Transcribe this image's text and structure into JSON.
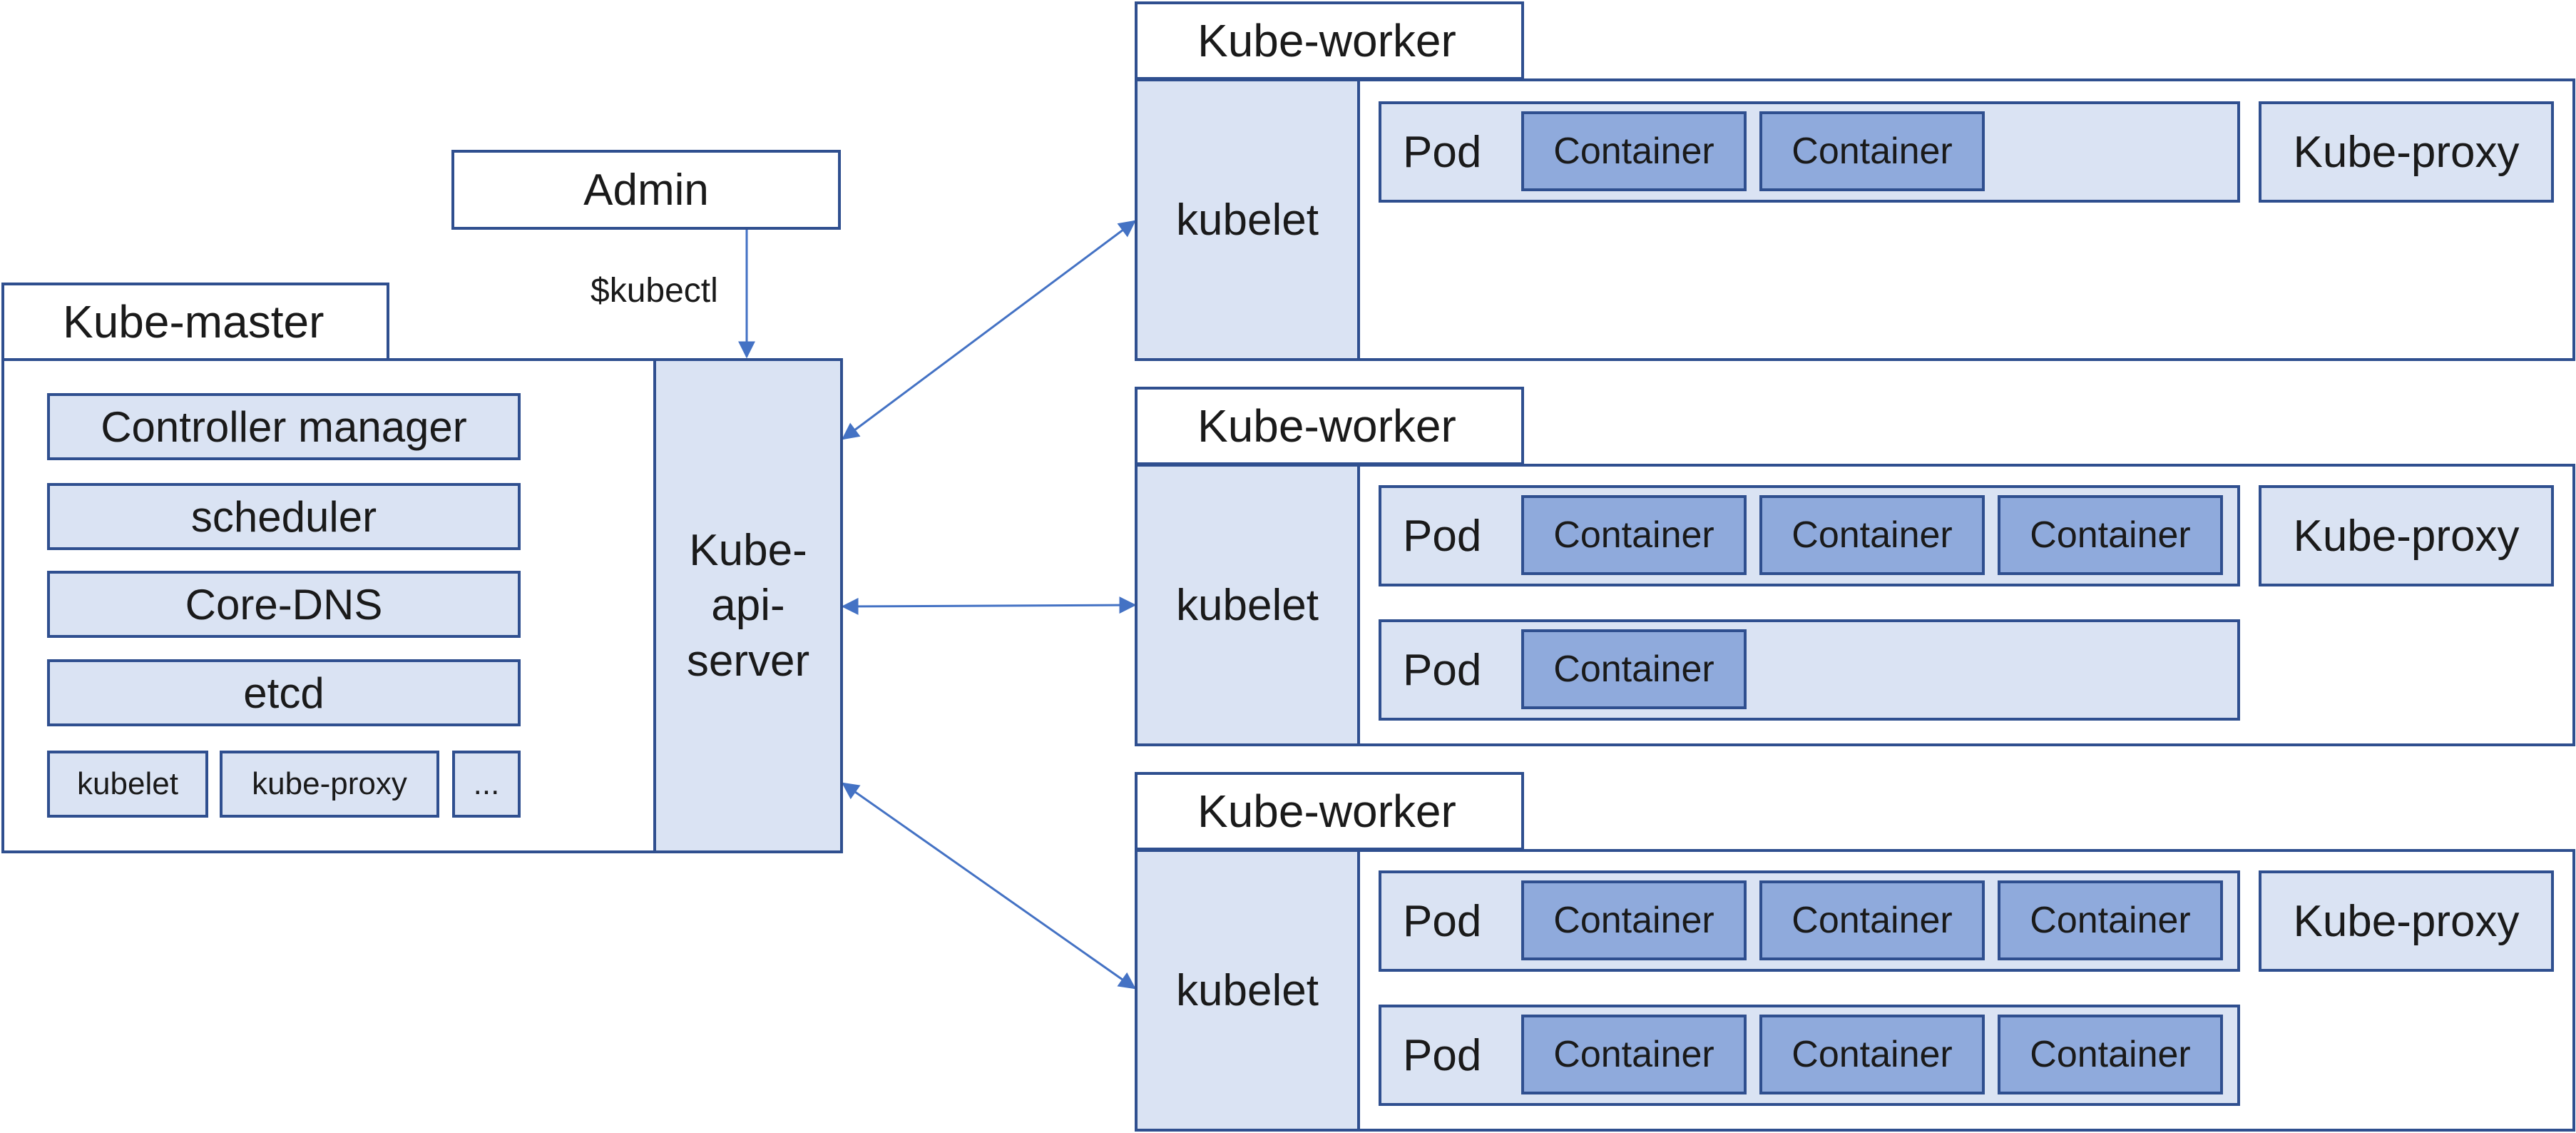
{
  "admin": {
    "label": "Admin",
    "command": "$kubectl"
  },
  "master": {
    "title": "Kube-master",
    "components": [
      "Controller manager",
      "scheduler",
      "Core-DNS",
      "etcd"
    ],
    "small_components": [
      "kubelet",
      "kube-proxy",
      "..."
    ],
    "api_server_lines": [
      "Kube-",
      "api-",
      "server"
    ]
  },
  "workers": [
    {
      "title": "Kube-worker",
      "kubelet": "kubelet",
      "proxy": "Kube-proxy",
      "pods": [
        {
          "label": "Pod",
          "containers": [
            "Container",
            "Container"
          ]
        }
      ]
    },
    {
      "title": "Kube-worker",
      "kubelet": "kubelet",
      "proxy": "Kube-proxy",
      "pods": [
        {
          "label": "Pod",
          "containers": [
            "Container",
            "Container",
            "Container"
          ]
        },
        {
          "label": "Pod",
          "containers": [
            "Container"
          ]
        }
      ]
    },
    {
      "title": "Kube-worker",
      "kubelet": "kubelet",
      "proxy": "Kube-proxy",
      "pods": [
        {
          "label": "Pod",
          "containers": [
            "Container",
            "Container",
            "Container"
          ]
        },
        {
          "label": "Pod",
          "containers": [
            "Container",
            "Container",
            "Container"
          ]
        }
      ]
    }
  ],
  "colors": {
    "stroke": "#2f4f8f",
    "fill_light": "#dae3f3",
    "fill_dark": "#8faadc",
    "arrow": "#4472c4"
  }
}
